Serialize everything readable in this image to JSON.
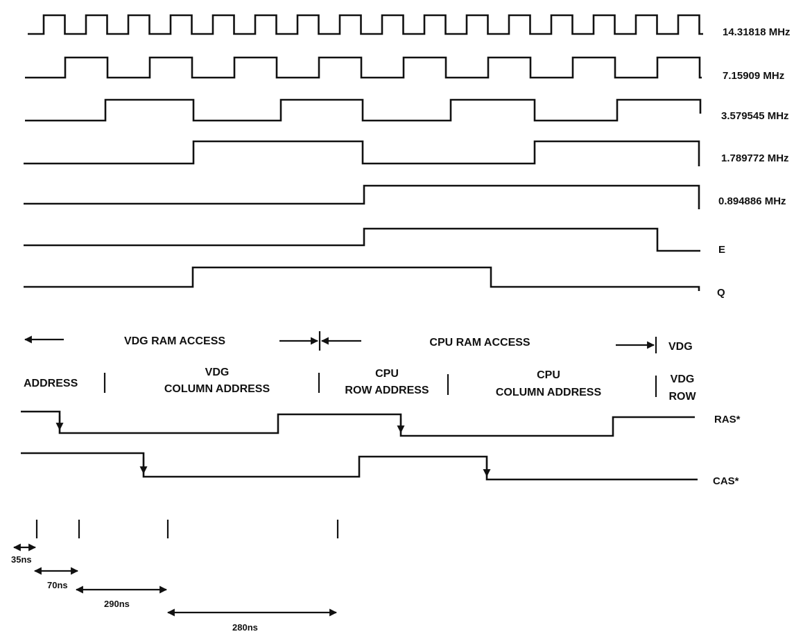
{
  "signals": [
    {
      "label": "14.31818 MHz"
    },
    {
      "label": "7.15909 MHz"
    },
    {
      "label": "3.579545 MHz"
    },
    {
      "label": "1.789772 MHz"
    },
    {
      "label": "0.894886 MHz"
    },
    {
      "label": "E"
    },
    {
      "label": "Q"
    }
  ],
  "access": {
    "vdg_ram": "VDG RAM ACCESS",
    "cpu_ram": "CPU RAM ACCESS",
    "vdg": "VDG"
  },
  "address": {
    "address": "ADDRESS",
    "vdg_col_1": "VDG",
    "vdg_col_2": "COLUMN ADDRESS",
    "cpu_row_1": "CPU",
    "cpu_row_2": "ROW ADDRESS",
    "cpu_col_1": "CPU",
    "cpu_col_2": "COLUMN ADDRESS",
    "vdg_row_1": "VDG",
    "vdg_row_2": "ROW"
  },
  "strobes": {
    "ras": "RAS*",
    "cas": "CAS*"
  },
  "timings": [
    "35ns",
    "70ns",
    "290ns",
    "280ns"
  ]
}
